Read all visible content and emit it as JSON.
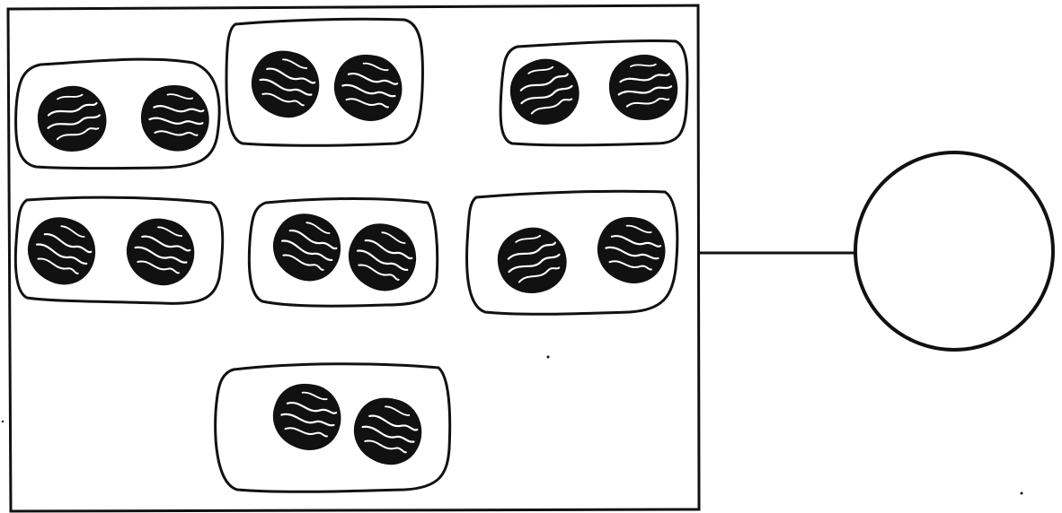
{
  "groups": [
    {
      "id": "group-1",
      "items": 2,
      "item_name": "nut"
    },
    {
      "id": "group-2",
      "items": 2,
      "item_name": "nut"
    },
    {
      "id": "group-3",
      "items": 2,
      "item_name": "nut"
    },
    {
      "id": "group-4",
      "items": 2,
      "item_name": "nut"
    },
    {
      "id": "group-5",
      "items": 2,
      "item_name": "nut"
    },
    {
      "id": "group-6",
      "items": 2,
      "item_name": "nut"
    },
    {
      "id": "group-7",
      "items": 2,
      "item_name": "nut"
    }
  ],
  "answer_circle": {
    "value": ""
  },
  "colors": {
    "ink": "#111111",
    "paper": "#ffffff"
  }
}
